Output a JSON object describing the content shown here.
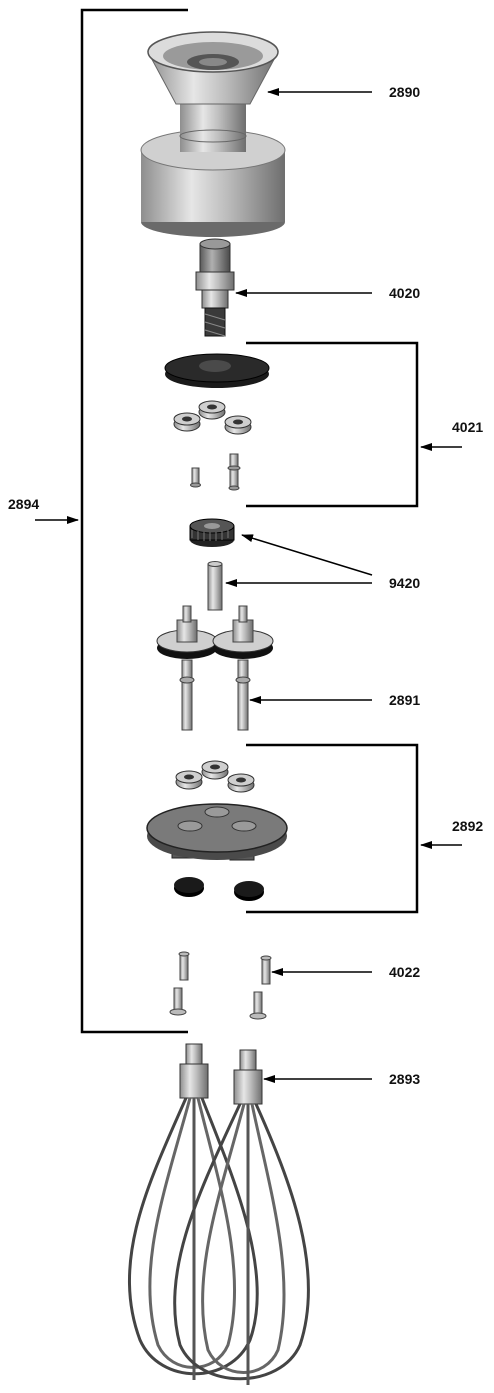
{
  "diagram": {
    "parts": [
      {
        "id": "part-2890",
        "label": "2890"
      },
      {
        "id": "part-4020",
        "label": "4020"
      },
      {
        "id": "part-4021",
        "label": "4021"
      },
      {
        "id": "part-9420",
        "label": "9420"
      },
      {
        "id": "part-2891",
        "label": "2891"
      },
      {
        "id": "part-2892",
        "label": "2892"
      },
      {
        "id": "part-4022",
        "label": "4022"
      },
      {
        "id": "part-2893",
        "label": "2893"
      },
      {
        "id": "assembly-2894",
        "label": "2894"
      }
    ]
  }
}
